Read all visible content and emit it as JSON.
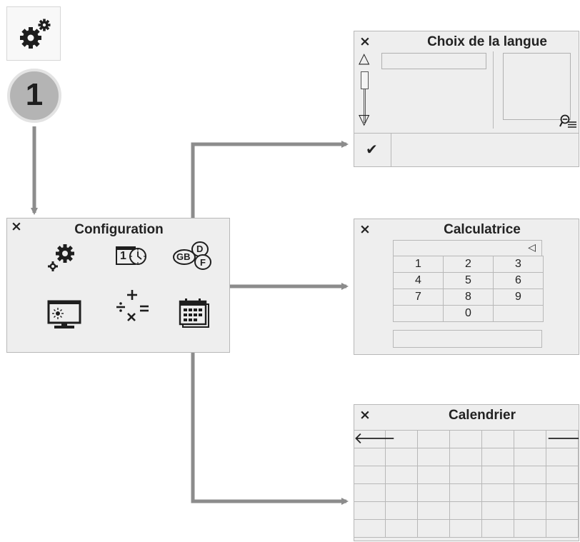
{
  "step": {
    "number": "1",
    "icon": "gears-icon"
  },
  "configuration": {
    "title": "Configuration",
    "close": "×",
    "icons": [
      "settings-gears-icon",
      "date-time-icon",
      "language-gb-d-f-icon",
      "display-day-night-icon",
      "calculator-icon",
      "calendar-icon"
    ],
    "language_badges": [
      "GB",
      "D",
      "F"
    ],
    "date_digit": "1"
  },
  "language": {
    "title": "Choix de la langue",
    "close": "×",
    "up": "△",
    "down": "▽",
    "confirm": "✔"
  },
  "calculator": {
    "title": "Calculatrice",
    "close": "×",
    "backspace": "◁",
    "keys": [
      "1",
      "2",
      "3",
      "4",
      "5",
      "6",
      "7",
      "8",
      "9",
      "",
      "0",
      ""
    ]
  },
  "calendar": {
    "title": "Calendrier",
    "close": "×",
    "prev": "🡐",
    "next": "🡒"
  },
  "colors": {
    "arrow": "#8c8c8c",
    "panel": "#eeeeee",
    "border": "#b8b8b8",
    "step_circle": "#b4b4b4"
  }
}
